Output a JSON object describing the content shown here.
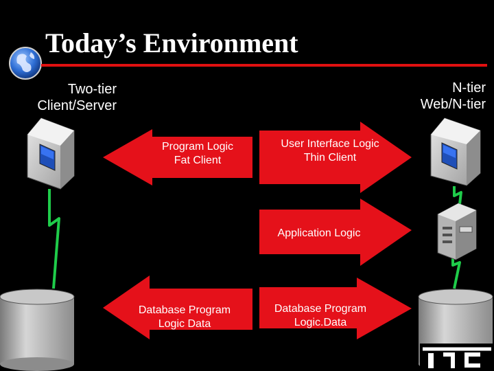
{
  "title": "Today’s Environment",
  "left_label": {
    "line1": "Two-tier",
    "line2": "Client/Server"
  },
  "right_label": {
    "line1": "N-tier",
    "line2": "Web/N-tier"
  },
  "arrows": {
    "fat_client": {
      "line1": "Program Logic",
      "line2": "Fat Client"
    },
    "thin_client": {
      "line1": "User Interface Logic",
      "line2": "Thin Client"
    },
    "app_logic": {
      "line1": "Application Logic"
    },
    "db_left": {
      "line1": "Database Program",
      "line2": "Logic Data"
    },
    "db_right": {
      "line1": "Database Program",
      "line2": "Logic.Data"
    }
  },
  "colors": {
    "background": "#000000",
    "arrow_red": "#e5111a",
    "title_rule": "#e01010",
    "link_green": "#1fcc4a"
  },
  "icons": [
    "globe-icon",
    "computer-icon",
    "server-icon",
    "database-icon",
    "logo-icon"
  ]
}
